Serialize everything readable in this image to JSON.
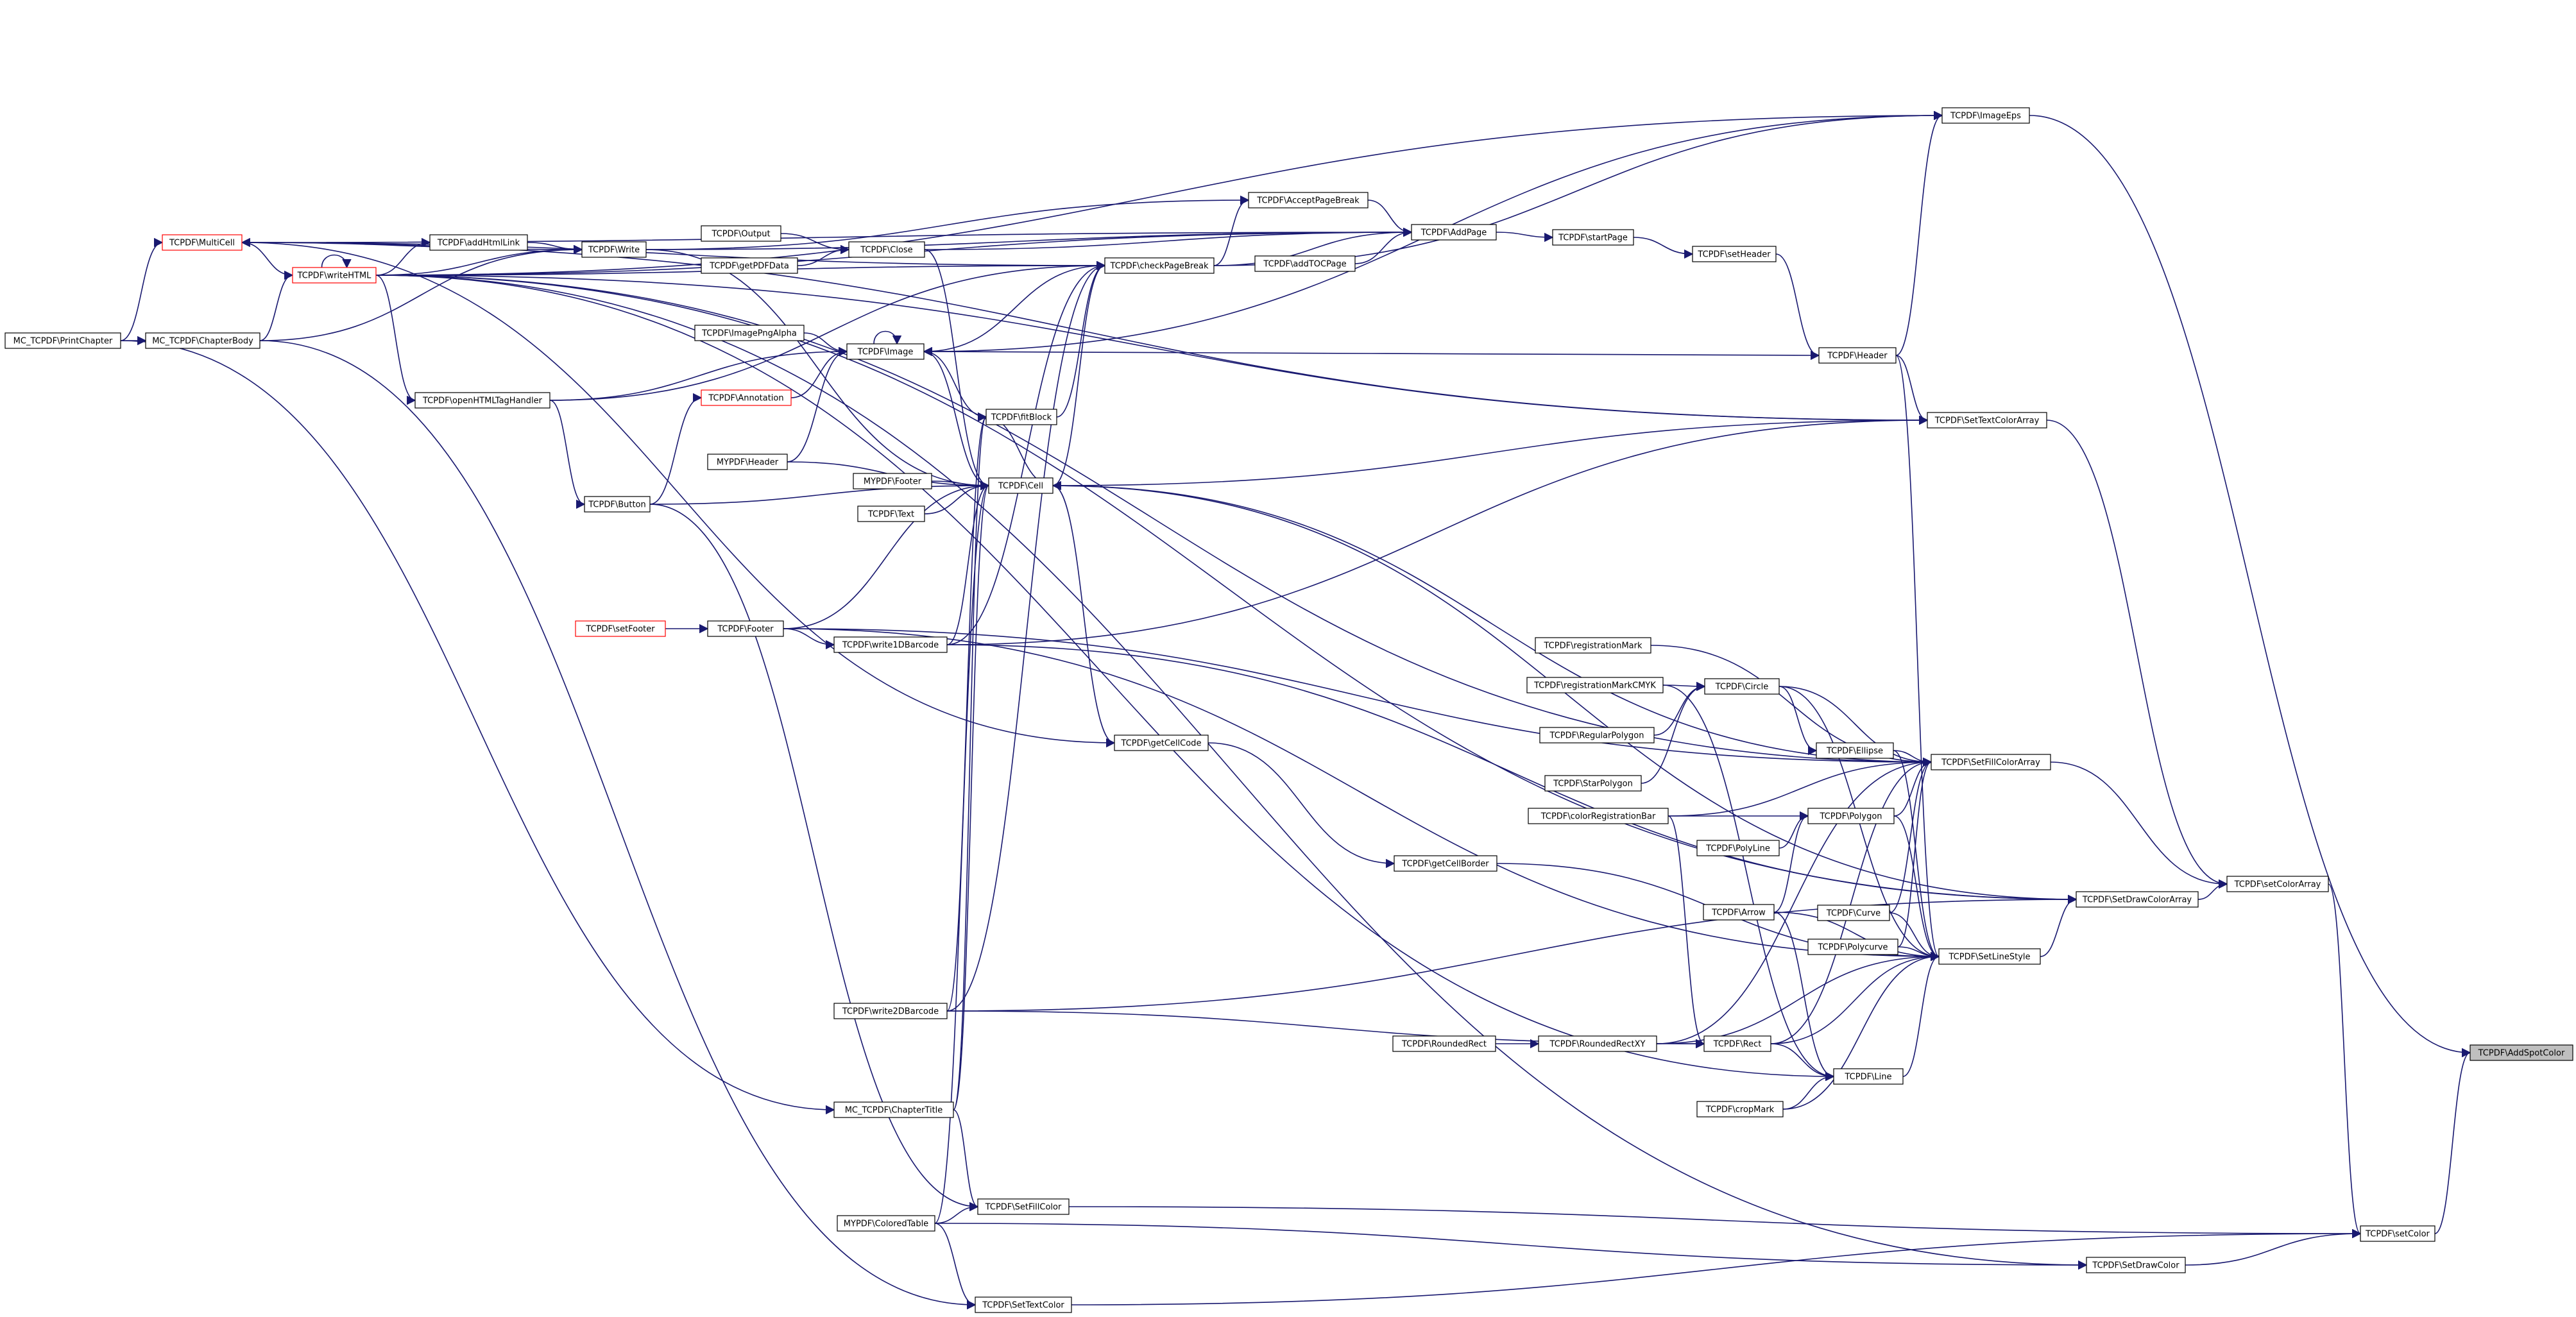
{
  "graph": {
    "title": "",
    "edge_color": "#191970",
    "truncated_border_color": "#ff0000",
    "root_fill_color": "#bfbfbf",
    "nodes": [
      {
        "id": "addspotcolor",
        "label": "TCPDF\\AddSpotColor",
        "kind": "root"
      },
      {
        "id": "setcolor",
        "label": "TCPDF\\setColor",
        "kind": "normal"
      },
      {
        "id": "imageeps",
        "label": "TCPDF\\ImageEps",
        "kind": "normal"
      },
      {
        "id": "setcolorarray",
        "label": "TCPDF\\setColorArray",
        "kind": "normal"
      },
      {
        "id": "setdrawcolorarray",
        "label": "TCPDF\\SetDrawColorArray",
        "kind": "normal"
      },
      {
        "id": "setdrawcolor",
        "label": "TCPDF\\SetDrawColor",
        "kind": "normal"
      },
      {
        "id": "setfillcolorarray",
        "label": "TCPDF\\SetFillColorArray",
        "kind": "normal"
      },
      {
        "id": "setlinestyle",
        "label": "TCPDF\\SetLineStyle",
        "kind": "normal"
      },
      {
        "id": "settextcolorarray",
        "label": "TCPDF\\SetTextColorArray",
        "kind": "normal"
      },
      {
        "id": "header",
        "label": "TCPDF\\Header",
        "kind": "normal"
      },
      {
        "id": "setheader",
        "label": "TCPDF\\setHeader",
        "kind": "normal"
      },
      {
        "id": "startpage",
        "label": "TCPDF\\startPage",
        "kind": "normal"
      },
      {
        "id": "addpage",
        "label": "TCPDF\\AddPage",
        "kind": "normal"
      },
      {
        "id": "acceptpagebreak",
        "label": "TCPDF\\AcceptPageBreak",
        "kind": "normal"
      },
      {
        "id": "addtocpage",
        "label": "TCPDF\\addTOCPage",
        "kind": "normal"
      },
      {
        "id": "checkpagebreak",
        "label": "TCPDF\\checkPageBreak",
        "kind": "normal"
      },
      {
        "id": "close",
        "label": "TCPDF\\Close",
        "kind": "normal"
      },
      {
        "id": "output",
        "label": "TCPDF\\Output",
        "kind": "normal"
      },
      {
        "id": "getpdfdata",
        "label": "TCPDF\\getPDFData",
        "kind": "normal"
      },
      {
        "id": "write",
        "label": "TCPDF\\Write",
        "kind": "normal"
      },
      {
        "id": "addhtmllink",
        "label": "TCPDF\\addHtmlLink",
        "kind": "normal"
      },
      {
        "id": "multicell",
        "label": "TCPDF\\MultiCell",
        "kind": "truncated"
      },
      {
        "id": "writehtml",
        "label": "TCPDF\\writeHTML",
        "kind": "truncated"
      },
      {
        "id": "printchapter",
        "label": "MC_TCPDF\\PrintChapter",
        "kind": "normal"
      },
      {
        "id": "chapterbody",
        "label": "MC_TCPDF\\ChapterBody",
        "kind": "normal"
      },
      {
        "id": "openhtmltaghandler",
        "label": "TCPDF\\openHTMLTagHandler",
        "kind": "normal"
      },
      {
        "id": "imagepngalpha",
        "label": "TCPDF\\ImagePngAlpha",
        "kind": "normal"
      },
      {
        "id": "image",
        "label": "TCPDF\\Image",
        "kind": "normal"
      },
      {
        "id": "annotation",
        "label": "TCPDF\\Annotation",
        "kind": "truncated"
      },
      {
        "id": "fitblock",
        "label": "TCPDF\\fitBlock",
        "kind": "normal"
      },
      {
        "id": "myheader",
        "label": "MYPDF\\Header",
        "kind": "normal"
      },
      {
        "id": "myfooter",
        "label": "MYPDF\\Footer",
        "kind": "normal"
      },
      {
        "id": "text",
        "label": "TCPDF\\Text",
        "kind": "normal"
      },
      {
        "id": "cell",
        "label": "TCPDF\\Cell",
        "kind": "normal"
      },
      {
        "id": "button",
        "label": "TCPDF\\Button",
        "kind": "normal"
      },
      {
        "id": "setfooter",
        "label": "TCPDF\\setFooter",
        "kind": "truncated"
      },
      {
        "id": "footer",
        "label": "TCPDF\\Footer",
        "kind": "normal"
      },
      {
        "id": "write1dbarcode",
        "label": "TCPDF\\write1DBarcode",
        "kind": "normal"
      },
      {
        "id": "getcellcode",
        "label": "TCPDF\\getCellCode",
        "kind": "normal"
      },
      {
        "id": "getcellborder",
        "label": "TCPDF\\getCellBorder",
        "kind": "normal"
      },
      {
        "id": "registrationmark",
        "label": "TCPDF\\registrationMark",
        "kind": "normal"
      },
      {
        "id": "registrationmarkcmyk",
        "label": "TCPDF\\registrationMarkCMYK",
        "kind": "normal"
      },
      {
        "id": "circle",
        "label": "TCPDF\\Circle",
        "kind": "normal"
      },
      {
        "id": "regularpolygon",
        "label": "TCPDF\\RegularPolygon",
        "kind": "normal"
      },
      {
        "id": "ellipse",
        "label": "TCPDF\\Ellipse",
        "kind": "normal"
      },
      {
        "id": "starpolygon",
        "label": "TCPDF\\StarPolygon",
        "kind": "normal"
      },
      {
        "id": "colorregistrationbar",
        "label": "TCPDF\\colorRegistrationBar",
        "kind": "normal"
      },
      {
        "id": "polygon",
        "label": "TCPDF\\Polygon",
        "kind": "normal"
      },
      {
        "id": "polyline",
        "label": "TCPDF\\PolyLine",
        "kind": "normal"
      },
      {
        "id": "arrow",
        "label": "TCPDF\\Arrow",
        "kind": "normal"
      },
      {
        "id": "curve",
        "label": "TCPDF\\Curve",
        "kind": "normal"
      },
      {
        "id": "polycurve",
        "label": "TCPDF\\Polycurve",
        "kind": "normal"
      },
      {
        "id": "write2dbarcode",
        "label": "TCPDF\\write2DBarcode",
        "kind": "normal"
      },
      {
        "id": "roundedrect",
        "label": "TCPDF\\RoundedRect",
        "kind": "normal"
      },
      {
        "id": "roundedrectxy",
        "label": "TCPDF\\RoundedRectXY",
        "kind": "normal"
      },
      {
        "id": "rect",
        "label": "TCPDF\\Rect",
        "kind": "normal"
      },
      {
        "id": "line",
        "label": "TCPDF\\Line",
        "kind": "normal"
      },
      {
        "id": "cropmark",
        "label": "TCPDF\\cropMark",
        "kind": "normal"
      },
      {
        "id": "chaptertitle",
        "label": "MC_TCPDF\\ChapterTitle",
        "kind": "normal"
      },
      {
        "id": "setfillcolor",
        "label": "TCPDF\\SetFillColor",
        "kind": "normal"
      },
      {
        "id": "coloredtable",
        "label": "MYPDF\\ColoredTable",
        "kind": "normal"
      },
      {
        "id": "settextcolor",
        "label": "TCPDF\\SetTextColor",
        "kind": "normal"
      }
    ],
    "edges": [
      [
        "setcolor",
        "addspotcolor"
      ],
      [
        "imageeps",
        "addspotcolor"
      ],
      [
        "setcolorarray",
        "setcolor"
      ],
      [
        "setdrawcolor",
        "setcolor"
      ],
      [
        "setfillcolor",
        "setcolor"
      ],
      [
        "settextcolor",
        "setcolor"
      ],
      [
        "setdrawcolorarray",
        "setcolorarray"
      ],
      [
        "setfillcolorarray",
        "setcolorarray"
      ],
      [
        "settextcolorarray",
        "setcolorarray"
      ],
      [
        "header",
        "imageeps"
      ],
      [
        "checkpagebreak",
        "imageeps"
      ],
      [
        "image",
        "imageeps"
      ],
      [
        "writehtml",
        "imageeps"
      ],
      [
        "setlinestyle",
        "setdrawcolorarray"
      ],
      [
        "cell",
        "setdrawcolorarray"
      ],
      [
        "write1dbarcode",
        "setdrawcolorarray"
      ],
      [
        "write2dbarcode",
        "setdrawcolorarray"
      ],
      [
        "writehtml",
        "setdrawcolorarray"
      ],
      [
        "coloredtable",
        "setdrawcolor"
      ],
      [
        "writehtml",
        "setdrawcolor"
      ],
      [
        "cell",
        "setfillcolorarray"
      ],
      [
        "circle",
        "setfillcolorarray"
      ],
      [
        "ellipse",
        "setfillcolorarray"
      ],
      [
        "polygon",
        "setfillcolorarray"
      ],
      [
        "curve",
        "setfillcolorarray"
      ],
      [
        "polycurve",
        "setfillcolorarray"
      ],
      [
        "rect",
        "setfillcolorarray"
      ],
      [
        "registrationmark",
        "setfillcolorarray"
      ],
      [
        "colorregistrationbar",
        "setfillcolorarray"
      ],
      [
        "roundedrectxy",
        "setfillcolorarray"
      ],
      [
        "footer",
        "setfillcolorarray"
      ],
      [
        "writehtml",
        "setfillcolorarray"
      ],
      [
        "header",
        "setlinestyle"
      ],
      [
        "circle",
        "setlinestyle"
      ],
      [
        "ellipse",
        "setlinestyle"
      ],
      [
        "polygon",
        "setlinestyle"
      ],
      [
        "curve",
        "setlinestyle"
      ],
      [
        "polycurve",
        "setlinestyle"
      ],
      [
        "rect",
        "setlinestyle"
      ],
      [
        "line",
        "setlinestyle"
      ],
      [
        "cropmark",
        "setlinestyle"
      ],
      [
        "arrow",
        "setlinestyle"
      ],
      [
        "getcellborder",
        "setlinestyle"
      ],
      [
        "roundedrectxy",
        "setlinestyle"
      ],
      [
        "footer",
        "setlinestyle"
      ],
      [
        "cell",
        "settextcolorarray"
      ],
      [
        "header",
        "settextcolorarray"
      ],
      [
        "multicell",
        "settextcolorarray"
      ],
      [
        "writehtml",
        "settextcolorarray"
      ],
      [
        "write1dbarcode",
        "settextcolorarray"
      ],
      [
        "setheader",
        "header"
      ],
      [
        "startpage",
        "setheader"
      ],
      [
        "addpage",
        "startpage"
      ],
      [
        "acceptpagebreak",
        "addpage"
      ],
      [
        "addtocpage",
        "addpage"
      ],
      [
        "checkpagebreak",
        "addpage"
      ],
      [
        "close",
        "addpage"
      ],
      [
        "multicell",
        "addpage"
      ],
      [
        "write",
        "addpage"
      ],
      [
        "writehtml",
        "addpage"
      ],
      [
        "checkpagebreak",
        "acceptpagebreak"
      ],
      [
        "write",
        "acceptpagebreak"
      ],
      [
        "image",
        "checkpagebreak"
      ],
      [
        "fitblock",
        "checkpagebreak"
      ],
      [
        "cell",
        "checkpagebreak"
      ],
      [
        "multicell",
        "checkpagebreak"
      ],
      [
        "writehtml",
        "checkpagebreak"
      ],
      [
        "openhtmltaghandler",
        "checkpagebreak"
      ],
      [
        "write1dbarcode",
        "checkpagebreak"
      ],
      [
        "write2dbarcode",
        "checkpagebreak"
      ],
      [
        "output",
        "close"
      ],
      [
        "getpdfdata",
        "close"
      ],
      [
        "addhtmllink",
        "write"
      ],
      [
        "writehtml",
        "write"
      ],
      [
        "chapterbody",
        "write"
      ],
      [
        "multicell",
        "write"
      ],
      [
        "writehtml",
        "addhtmllink"
      ],
      [
        "writehtml",
        "multicell"
      ],
      [
        "chapterbody",
        "writehtml"
      ],
      [
        "writehtml",
        "writehtml"
      ],
      [
        "printchapter",
        "multicell"
      ],
      [
        "printchapter",
        "chapterbody"
      ],
      [
        "writehtml",
        "openhtmltaghandler"
      ],
      [
        "imagepngalpha",
        "image"
      ],
      [
        "image",
        "image"
      ],
      [
        "openhtmltaghandler",
        "image"
      ],
      [
        "annotation",
        "image"
      ],
      [
        "myheader",
        "image"
      ],
      [
        "header",
        "image"
      ],
      [
        "fitblock",
        "image"
      ],
      [
        "button",
        "annotation"
      ],
      [
        "openhtmltaghandler",
        "button"
      ],
      [
        "image",
        "cell"
      ],
      [
        "fitblock",
        "cell"
      ],
      [
        "myheader",
        "cell"
      ],
      [
        "myfooter",
        "cell"
      ],
      [
        "text",
        "cell"
      ],
      [
        "button",
        "cell"
      ],
      [
        "footer",
        "cell"
      ],
      [
        "write1dbarcode",
        "cell"
      ],
      [
        "write",
        "cell"
      ],
      [
        "close",
        "cell"
      ],
      [
        "coloredtable",
        "cell"
      ],
      [
        "chaptertitle",
        "cell"
      ],
      [
        "write2dbarcode",
        "fitblock"
      ],
      [
        "chaptertitle",
        "fitblock"
      ],
      [
        "getcellcode",
        "cell"
      ],
      [
        "multicell",
        "getcellcode"
      ],
      [
        "getcellcode",
        "getcellborder"
      ],
      [
        "setfooter",
        "footer"
      ],
      [
        "footer",
        "write1dbarcode"
      ],
      [
        "registrationmarkcmyk",
        "circle"
      ],
      [
        "regularpolygon",
        "circle"
      ],
      [
        "starpolygon",
        "circle"
      ],
      [
        "circle",
        "ellipse"
      ],
      [
        "polyline",
        "polygon"
      ],
      [
        "arrow",
        "polygon"
      ],
      [
        "colorregistrationbar",
        "polygon"
      ],
      [
        "roundedrect",
        "roundedrectxy"
      ],
      [
        "roundedrectxy",
        "rect"
      ],
      [
        "colorregistrationbar",
        "rect"
      ],
      [
        "write2dbarcode",
        "rect"
      ],
      [
        "registrationmarkcmyk",
        "line"
      ],
      [
        "cropmark",
        "line"
      ],
      [
        "arrow",
        "line"
      ],
      [
        "rect",
        "line"
      ],
      [
        "writehtml",
        "line"
      ],
      [
        "printchapter",
        "chaptertitle"
      ],
      [
        "chaptertitle",
        "setfillcolor"
      ],
      [
        "coloredtable",
        "setfillcolor"
      ],
      [
        "button",
        "setfillcolor"
      ],
      [
        "chapterbody",
        "settextcolor"
      ],
      [
        "coloredtable",
        "settextcolor"
      ]
    ]
  }
}
